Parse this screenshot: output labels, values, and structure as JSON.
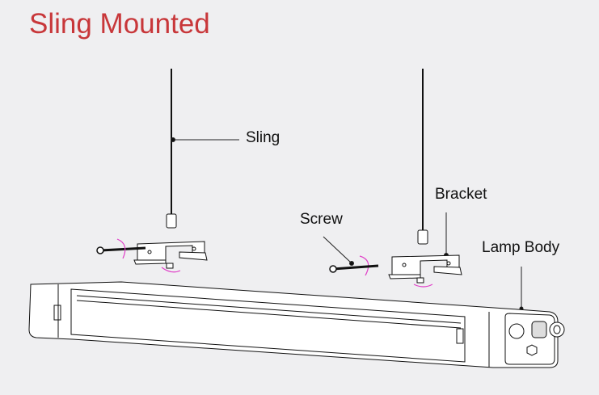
{
  "title": "Sling Mounted",
  "labels": {
    "sling": "Sling",
    "bracket": "Bracket",
    "screw": "Screw",
    "lamp_body": "Lamp Body"
  },
  "colors": {
    "title": "#c8373a",
    "rotation_arrows": "#e040c8"
  }
}
